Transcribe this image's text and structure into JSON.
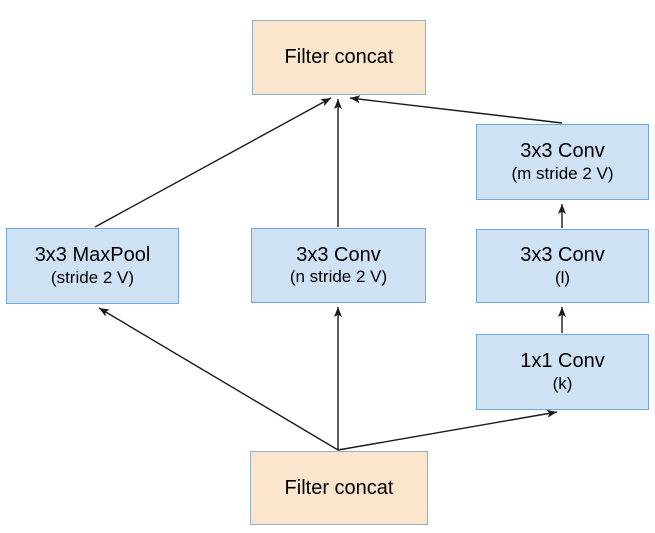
{
  "diagram": {
    "type": "flow-diagram",
    "description": "Inception-style reduction block: two Filter concat layers connected by MaxPool and Conv branches, arrows point upward in direction of data flow",
    "nodes": {
      "top_concat": {
        "label": "Filter concat",
        "type": "concat"
      },
      "maxpool": {
        "line1": "3x3 MaxPool",
        "line2": "(stride 2 V)",
        "type": "op"
      },
      "conv_n": {
        "line1": "3x3 Conv",
        "line2": "(n stride 2 V)",
        "type": "op"
      },
      "conv_m": {
        "line1": "3x3 Conv",
        "line2": "(m stride 2 V)",
        "type": "op"
      },
      "conv_l": {
        "line1": "3x3 Conv",
        "line2": "(l)",
        "type": "op"
      },
      "conv_k": {
        "line1": "1x1 Conv",
        "line2": "(k)",
        "type": "op"
      },
      "bottom_concat": {
        "label": "Filter concat",
        "type": "concat"
      }
    },
    "edges": [
      {
        "from": "maxpool",
        "to": "top_concat"
      },
      {
        "from": "conv_n",
        "to": "top_concat"
      },
      {
        "from": "conv_m",
        "to": "top_concat"
      },
      {
        "from": "bottom_concat",
        "to": "maxpool"
      },
      {
        "from": "bottom_concat",
        "to": "conv_n"
      },
      {
        "from": "bottom_concat",
        "to": "conv_k"
      },
      {
        "from": "conv_k",
        "to": "conv_l"
      },
      {
        "from": "conv_l",
        "to": "conv_m"
      }
    ],
    "colors": {
      "background": "#ffffff",
      "text": "#000000",
      "arrow": "#1a1a1a",
      "concat_fill": "#fce5cd",
      "concat_border": "#93aec9",
      "op_fill": "#cfe2f3",
      "op_border": "#6fa8dc"
    }
  }
}
